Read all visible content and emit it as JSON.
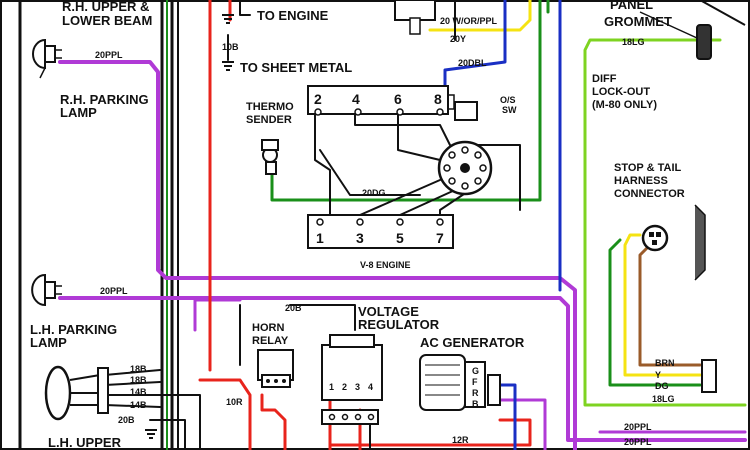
{
  "labels": {
    "rh_upper_lower_beam_1": "R.H. UPPER &",
    "rh_upper_lower_beam_2": "LOWER BEAM",
    "rh_parking_lamp_1": "R.H. PARKING",
    "rh_parking_lamp_2": "LAMP",
    "lh_parking_lamp_1": "L.H. PARKING",
    "lh_parking_lamp_2": "LAMP",
    "lh_upper": "L.H. UPPER",
    "to_engine": "TO ENGINE",
    "to_sheet_metal": "TO SHEET METAL",
    "thermo_sender_1": "THERMO",
    "thermo_sender_2": "SENDER",
    "v8_engine": "V-8 ENGINE",
    "os_sw_1": "O/S",
    "os_sw_2": "SW",
    "panel": "PANEL",
    "grommet": "GROMMET",
    "diff_lockout_1": "DIFF",
    "diff_lockout_2": "LOCK-OUT",
    "diff_lockout_3": "(M-80 ONLY)",
    "stop_tail_1": "STOP & TAIL",
    "stop_tail_2": "HARNESS",
    "stop_tail_3": "CONNECTOR",
    "horn_relay_1": "HORN",
    "horn_relay_2": "RELAY",
    "voltage_regulator_1": "VOLTAGE",
    "voltage_regulator_2": "REGULATOR",
    "ac_generator": "AC GENERATOR"
  },
  "wire_codes": {
    "w20ppl_top": "20PPL",
    "w20ppl_mid": "20PPL",
    "w20ppl_bot1": "20PPL",
    "w20ppl_bot2": "20PPL",
    "w10b": "10B",
    "w20b": "20B",
    "w20dbl": "20DBL",
    "w20dg": "20DG",
    "w20y": "20Y",
    "w20wor": "20 W/OR/PPL",
    "w18lg_top": "18LG",
    "w18lg_bot": "18LG",
    "w18b1": "18B",
    "w18b2": "18B",
    "w14b1": "14B",
    "w14b2": "14B",
    "w20b_low": "20B",
    "w10r": "10R",
    "w12r": "12R",
    "brn": "BRN",
    "y": "Y",
    "dg": "DG"
  },
  "pins": {
    "top": [
      "2",
      "4",
      "6",
      "8"
    ],
    "bottom": [
      "1",
      "3",
      "5",
      "7"
    ],
    "regulator": [
      "1",
      "2",
      "3",
      "4"
    ],
    "generator": [
      "G",
      "F",
      "R",
      "B"
    ]
  },
  "colors": {
    "purple": "#b03ad6",
    "red": "#e8241c",
    "black": "#111111",
    "green": "#1a8f1a",
    "light_green": "#7ed321",
    "yellow": "#f5e312",
    "blue": "#1a2fc4",
    "brown": "#9a5b2a"
  }
}
